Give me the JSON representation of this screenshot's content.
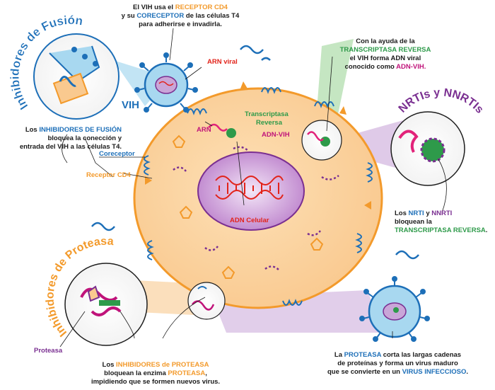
{
  "titles": {
    "fusion": "Inhibidores de Fusión",
    "nrti": "NRTIs y NNRTIs",
    "protease": "Inhibidores de Proteasa"
  },
  "top_text": {
    "l1a": "El VIH usa el ",
    "l1b": "RECEPTOR CD4",
    "l2a": "y su ",
    "l2b": "CORECEPTOR",
    "l2c": " de las células T4",
    "l3": "para adherirse e invadirla."
  },
  "rt_text": {
    "l1": "Con la ayuda de la",
    "l2": "TRANSCRIPTASA REVERSA",
    "l3": "el VIH forma ADN viral",
    "l4a": "conocido como ",
    "l4b": "ADN-VIH."
  },
  "fusion_text": {
    "l1a": "Los ",
    "l1b": "INHIBIDORES DE FUSIÓN",
    "l2": "bloquea la conección y",
    "l3": "entrada del VIH a las células T4."
  },
  "nrti_text": {
    "l1a": "Los ",
    "l1b": "NRTI",
    "l1c": " y ",
    "l1d": "NNRTI",
    "l2": "bloquean la",
    "l3a": "TRANSCRIPTASA REVERSA",
    "l3b": "."
  },
  "protease_text": {
    "l1a": "Los ",
    "l1b": "INHIBIDORES de PROTEASA",
    "l2a": "bloquean la enzima ",
    "l2b": "PROTEASA",
    "l2c": ",",
    "l3": "impidiendo que se formen nuevos virus."
  },
  "mature_text": {
    "l1a": "La ",
    "l1b": "PROTEASA",
    "l1c": " corta las largas cadenas",
    "l2": "de proteínas y forma un virus maduro",
    "l3a": "que se convierte en un ",
    "l3b": "VIRUS INFECCIOSO",
    "l3c": "."
  },
  "labels": {
    "vih": "VIH",
    "arn_viral": "ARN viral",
    "arn": "ARN",
    "transcriptasa": "Transcriptasa",
    "reversa": "Reversa",
    "adn_vih": "ADN-VIH",
    "coreceptor": "Coreceptor",
    "receptor_cd4": "Receptor CD4",
    "adn_celular": "ADN Celular",
    "proteasa": "Proteasa"
  },
  "colors": {
    "cell_fill": "#f9c98f",
    "cell_border": "#f39a2b",
    "nucleus": "#b97bc9",
    "virus_blue": "#1d6fb8",
    "dna_red": "#e2231a",
    "bubble_blue": "#a8d8f0",
    "bubble_green": "#9fd59a",
    "bubble_purple": "#c9a6d8",
    "bubble_orange": "#f9c98f",
    "title_blue": "#1d6fb8",
    "title_purple": "#7a2f91",
    "title_orange": "#f39a2b"
  }
}
